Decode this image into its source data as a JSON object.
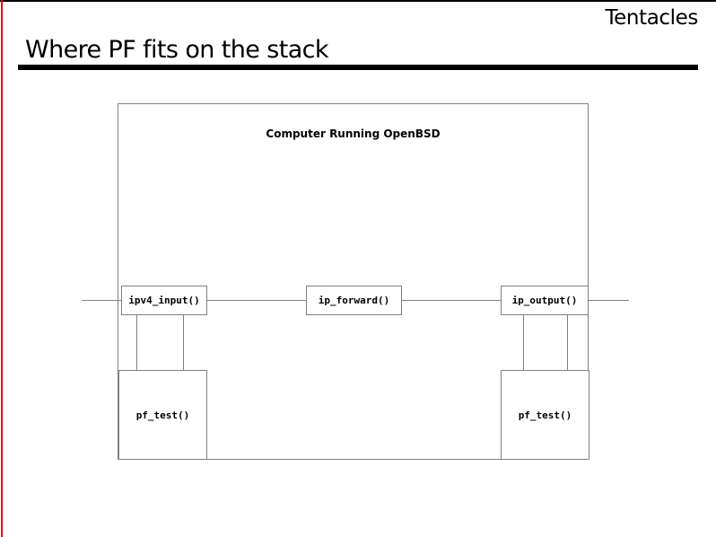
{
  "slide": {
    "deck_name": "Tentacles",
    "title": "Where PF fits on the stack",
    "accent_color": "#ee0000",
    "rule_color": "#000000",
    "line_color": "#808080"
  },
  "diagram": {
    "frame_title": "Computer Running OpenBSD",
    "nodes": [
      {
        "id": "ipv4-input",
        "label": "ipv4_input()"
      },
      {
        "id": "ip-forward",
        "label": "ip_forward()"
      },
      {
        "id": "ip-output",
        "label": "ip_output()"
      },
      {
        "id": "pf-test-in",
        "label": "pf_test()"
      },
      {
        "id": "pf-test-out",
        "label": "pf_test()"
      }
    ]
  }
}
